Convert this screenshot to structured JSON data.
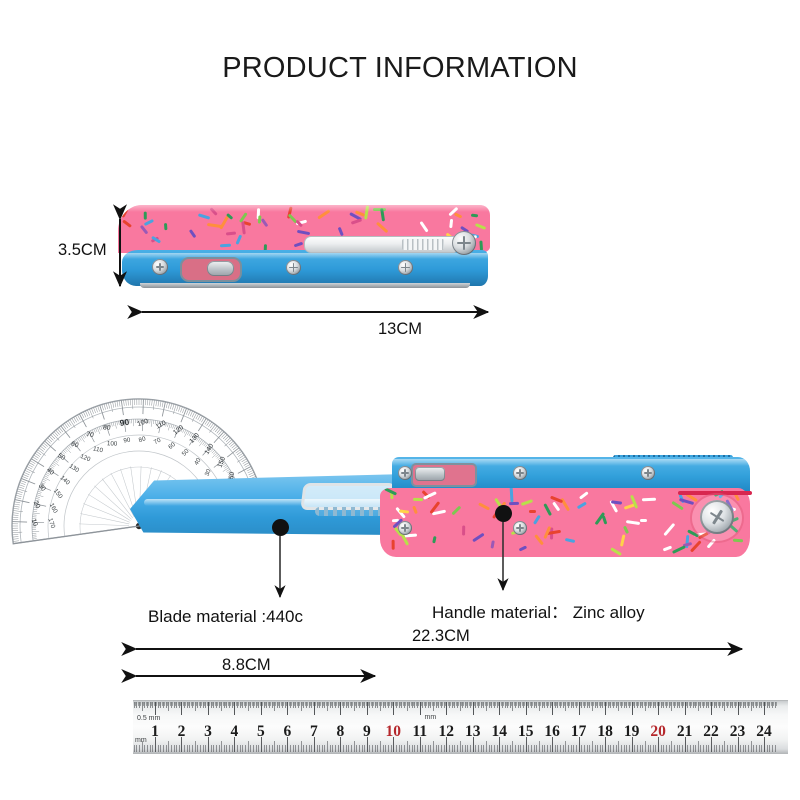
{
  "page": {
    "title": "PRODUCT INFORMATION",
    "background": "#ffffff"
  },
  "colors": {
    "handle_pink": "#f9789f",
    "body_blue": "#2f9ad8",
    "blade_blue": "#49aee8",
    "accent_red": "#b5272b",
    "text": "#111111"
  },
  "product": {
    "closed_view": {
      "height_label": "3.5CM",
      "length_label": "13CM",
      "parts": {
        "handle_scale": "pink sprinkle pattern handle",
        "frame": "blue anodized frame",
        "clip": "steel pocket clip",
        "slider": "thumb slider button"
      }
    },
    "open_view": {
      "overall_length_label": "22.3CM",
      "blade_length_label": "8.8CM",
      "blade_callout": "Blade material :440c",
      "handle_callout": "Handle material： Zinc alloy",
      "protractor": {
        "name": "semicircular protractor",
        "outer_scale": [
          "10",
          "20",
          "30",
          "40",
          "50",
          "60",
          "70",
          "80",
          "90",
          "100",
          "110",
          "120",
          "130",
          "140",
          "150",
          "160",
          "170"
        ],
        "inner_scale": [
          "170",
          "160",
          "150",
          "140",
          "130",
          "120",
          "110",
          "100",
          "90",
          "80",
          "70",
          "60",
          "50",
          "40",
          "30",
          "20",
          "10"
        ],
        "highlight": "90"
      }
    }
  },
  "ruler": {
    "unit_top_left": "0.5 mm",
    "unit_bottom_left": "mm",
    "unit_mid": "mm",
    "numbers": [
      "1",
      "2",
      "3",
      "4",
      "5",
      "6",
      "7",
      "8",
      "9",
      "10",
      "11",
      "12",
      "13",
      "14",
      "15",
      "16",
      "17",
      "18",
      "19",
      "20",
      "21",
      "22",
      "23",
      "24"
    ],
    "highlighted_numbers": [
      "10",
      "20"
    ],
    "range_start": 1,
    "range_end": 24
  }
}
